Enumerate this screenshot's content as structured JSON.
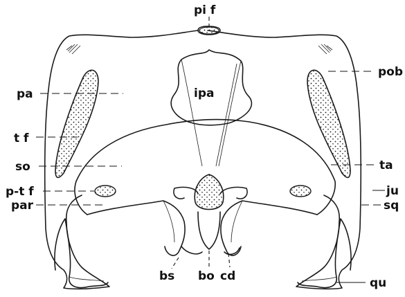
{
  "figure": {
    "labels": {
      "pif": "pi f",
      "pa": "pa",
      "ipa": "ipa",
      "pob": "pob",
      "tf": "t f",
      "so": "so",
      "ta": "ta",
      "ptf": "p-t f",
      "ju": "ju",
      "par": "par",
      "sq": "sq",
      "bs": "bs",
      "bo": "bo",
      "cd": "cd",
      "qu": "qu"
    }
  }
}
